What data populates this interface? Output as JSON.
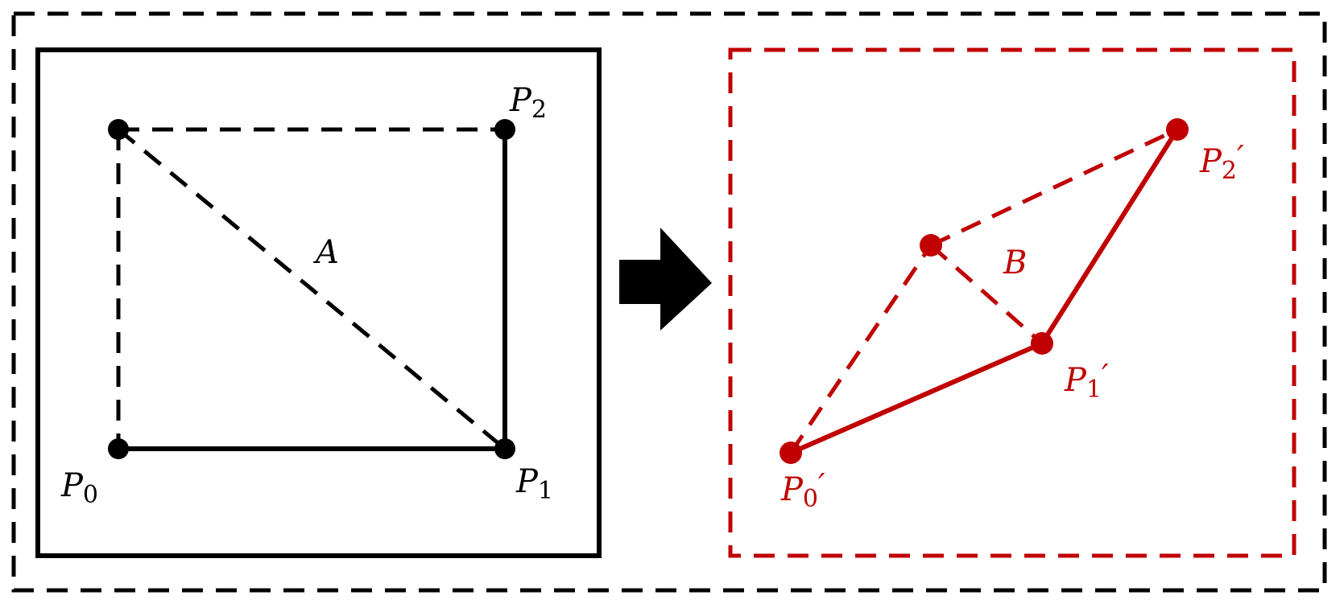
{
  "colors": {
    "black": "#000000",
    "red": "#c00000",
    "background": "#ffffff"
  },
  "left_panel": {
    "label_A": "A",
    "points": [
      {
        "letter": "P",
        "sub": "0",
        "prime": ""
      },
      {
        "letter": "P",
        "sub": "1",
        "prime": ""
      },
      {
        "letter": "P",
        "sub": "2",
        "prime": ""
      }
    ]
  },
  "arrow": {
    "icon": "right-arrow-icon"
  },
  "right_panel": {
    "label_B": "B",
    "points": [
      {
        "letter": "P",
        "sub": "0",
        "prime": "′"
      },
      {
        "letter": "P",
        "sub": "1",
        "prime": "′"
      },
      {
        "letter": "P",
        "sub": "2",
        "prime": "′"
      }
    ]
  }
}
